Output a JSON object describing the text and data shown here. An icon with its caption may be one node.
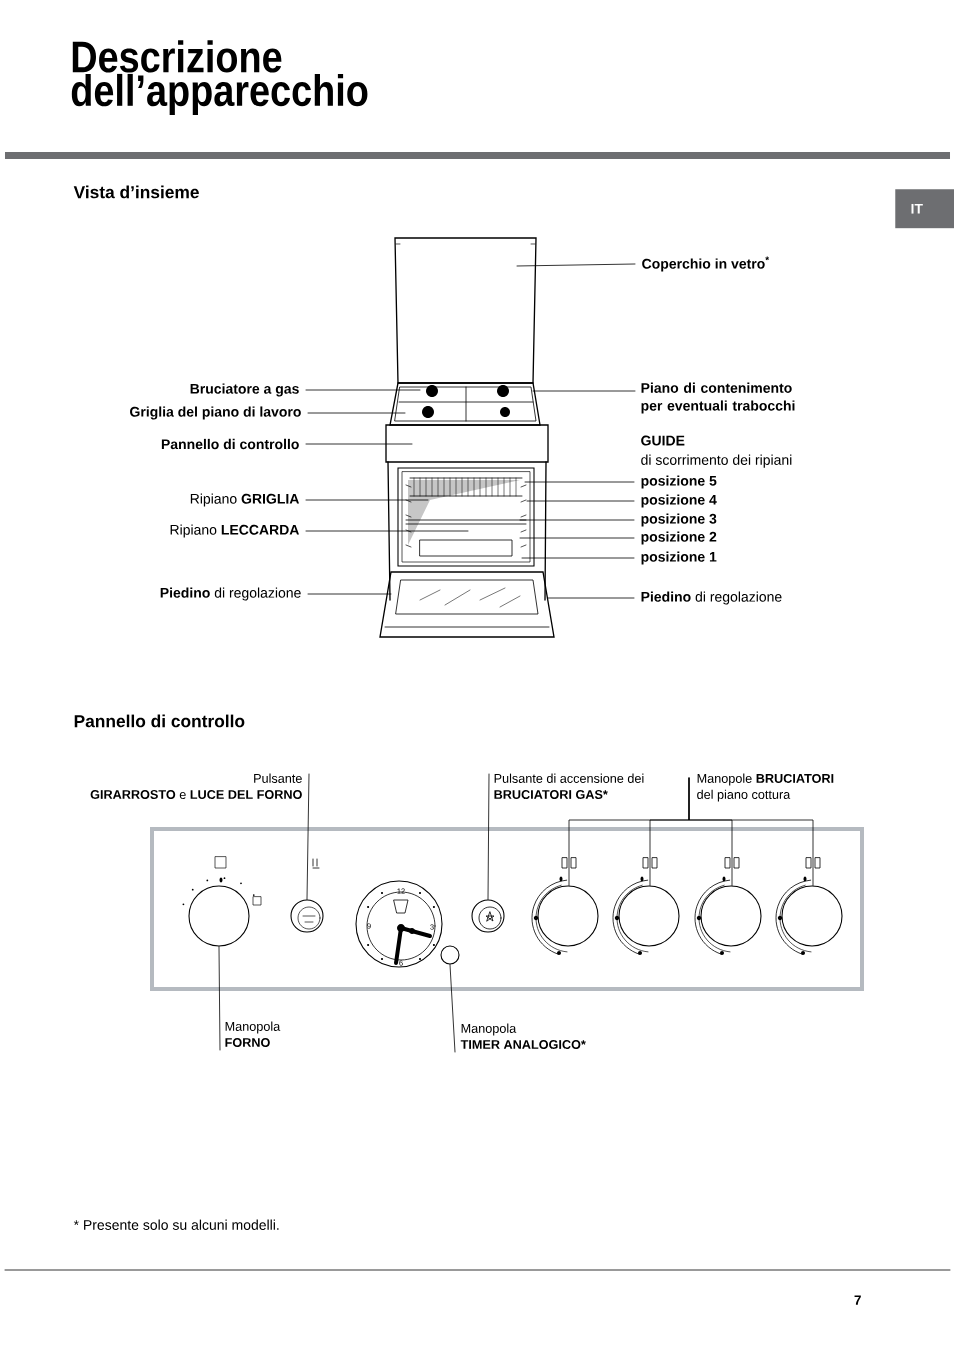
{
  "diagram": {
    "title": "Descrizione dell’apparecchio",
    "nodes": [
      {
        "text": [
          "IT"
        ]
      },
      {
        "text": [
          "Coperchio in vetro$^{*}$"
        ]
      },
      {
        "text": [
          "Bruciatore a gas"
        ]
      },
      {
        "text": [
          "Griglia del piano di lavoro"
        ]
      },
      {
        "text": [
          "Pannello di controllo"
        ]
      },
      {
        "text": [
          "Ripiano **GRIGLIA**"
        ]
      },
      {
        "text": [
          "Ripiano **LECCARDA**"
        ]
      },
      {
        "text": [
          "**Piedino** di regolazione"
        ]
      },
      {
        "text": [
          "Piano di contenimento per eventuali trabocchi"
        ]
      },
      {
        "text": [
          "posizione 5"
        ]
      },
      {
        "text": [
          "posizione 4"
        ]
      },
      {
        "text": [
          "posizione 3"
        ]
      },
      {
        "text": [
          "posizione 2"
        ]
      },
      {
        "text": [
          "posizione 1"
        ]
      },
      {
        "text": [
          "**Piedino** di regolazione"
        ]
      },
      {
        "text": [
          "Pulsante",
          "**GIRARROSTO** e **LUCE DEL FORNO**"
        ]
      },
      {
        "text": [
          "Pulsante di accensione dei",
          "BRUCIATORI GAS*"
        ]
      },
      {
        "text": [
          "Manopole **BRUCIATORI**",
          "del piano cottura"
        ]
      },
      {
        "text": [
          "Manopola",
          "FORNO"
        ]
      },
      {
        "text": [
          "Manopola",
          "TIMER ANALOGICO*"
        ]
      },
      {
        "text": [],
        "shape": "box"
      },
      {
        "text": [],
        "shape": "circle",
        "in": 20
      },
      {
        "text": [],
        "shape": "circle",
        "in": 20
      },
      {
        "text": [],
        "shape": "circle",
        "in": 20
      },
      {
        "text": [],
        "shape": "circle",
        "in": 20
      },
      {
        "text": [],
        "shape": "circle",
        "in": 20
      },
      {
        "text": [],
        "shape": "circle",
        "in": 20
      },
      {
        "text": [],
        "shape": "circle",
        "in": 20
      },
      {
        "text": [],
        "shape": "circle",
        "in": 20
      },
      {
        "text": [],
        "shape": "circle",
        "in": 20
      }
    ],
    "edges": [
      {
        "from": 1,
        "to": null,
        "arrow": "none"
      },
      {
        "from": 2,
        "to": null,
        "arrow": "none"
      },
      {
        "from": 3,
        "to": null,
        "arrow": "none"
      },
      {
        "from": 4,
        "to": null,
        "arrow": "none"
      },
      {
        "from": 5,
        "to": null,
        "arrow": "none"
      },
      {
        "from": 6,
        "to": null,
        "arrow": "none"
      },
      {
        "from": 7,
        "to": null,
        "arrow": "none"
      },
      {
        "from": 8,
        "to": null,
        "arrow": "none"
      },
      {
        "from": 9,
        "to": null,
        "arrow": "none"
      },
      {
        "from": 10,
        "to": null,
        "arrow": "none"
      },
      {
        "from": 11,
        "to": null,
        "arrow": "none"
      },
      {
        "from": 12,
        "to": null,
        "arrow": "none"
      },
      {
        "from": 13,
        "to": null,
        "arrow": "none"
      },
      {
        "from": 14,
        "to": null,
        "arrow": "none"
      },
      {
        "from": 15,
        "to": 22,
        "arrow": "none"
      },
      {
        "from": 16,
        "to": 25,
        "arrow": "none"
      },
      {
        "from": 17,
        "to": 26,
        "arrow": "none"
      },
      {
        "from": 17,
        "to": 27,
        "arrow": "none"
      },
      {
        "from": 17,
        "to": 28,
        "arrow": "none"
      },
      {
        "from": 17,
        "to": 29,
        "arrow": "none"
      },
      {
        "from": 18,
        "to": 21,
        "arrow": "none"
      },
      {
        "from": 19,
        "to": 24,
        "arrow": "none"
      }
    ],
    "labels": [
      "Vista d’insieme",
      "GUIDE",
      "di scorrimento dei ripiani",
      "Pannello di controllo",
      "12",
      "3",
      "6",
      "9",
      "* Presente solo su alcuni modelli.",
      "7"
    ]
  }
}
